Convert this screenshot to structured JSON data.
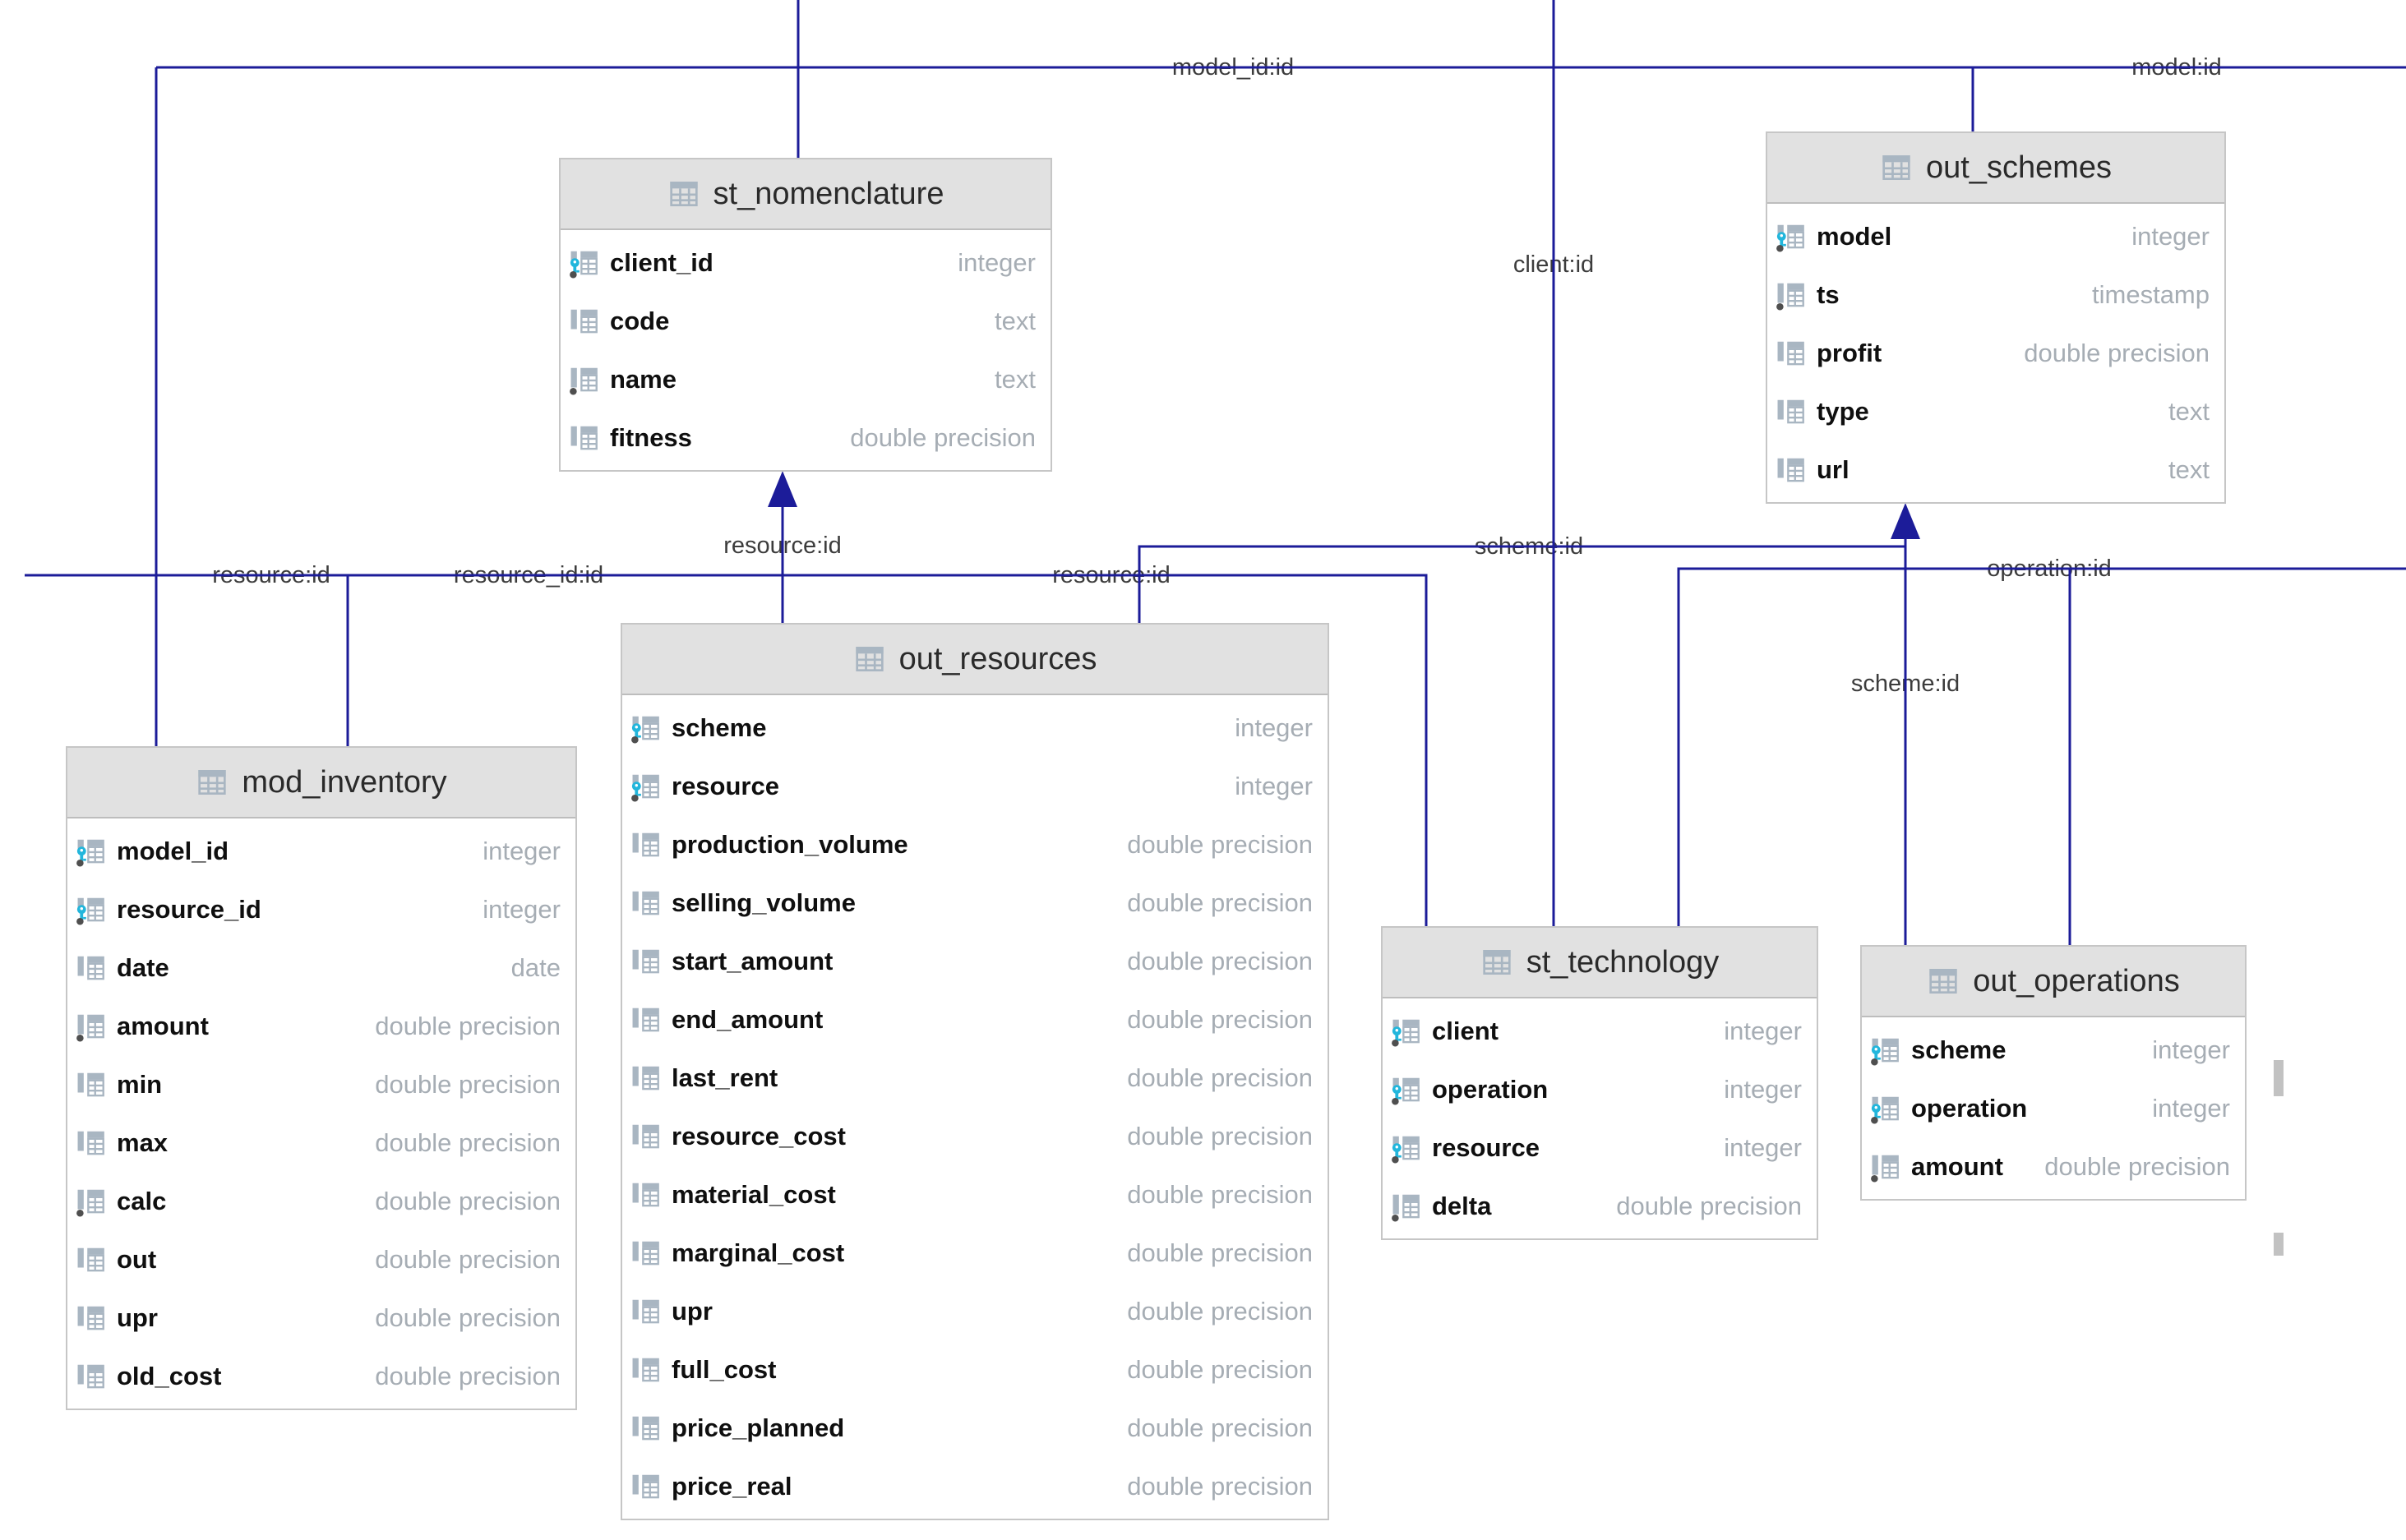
{
  "diagram": {
    "tables": [
      {
        "name": "st_nomenclature",
        "columns": [
          {
            "name": "client_id",
            "type": "integer",
            "pk": true,
            "notnull": true
          },
          {
            "name": "code",
            "type": "text",
            "pk": false,
            "notnull": false
          },
          {
            "name": "name",
            "type": "text",
            "pk": false,
            "notnull": true
          },
          {
            "name": "fitness",
            "type": "double precision",
            "pk": false,
            "notnull": false
          }
        ]
      },
      {
        "name": "out_schemes",
        "columns": [
          {
            "name": "model",
            "type": "integer",
            "pk": true,
            "notnull": true
          },
          {
            "name": "ts",
            "type": "timestamp",
            "pk": false,
            "notnull": true
          },
          {
            "name": "profit",
            "type": "double precision",
            "pk": false,
            "notnull": false
          },
          {
            "name": "type",
            "type": "text",
            "pk": false,
            "notnull": false
          },
          {
            "name": "url",
            "type": "text",
            "pk": false,
            "notnull": false
          }
        ]
      },
      {
        "name": "mod_inventory",
        "columns": [
          {
            "name": "model_id",
            "type": "integer",
            "pk": true,
            "notnull": true
          },
          {
            "name": "resource_id",
            "type": "integer",
            "pk": true,
            "notnull": true
          },
          {
            "name": "date",
            "type": "date",
            "pk": false,
            "notnull": false
          },
          {
            "name": "amount",
            "type": "double precision",
            "pk": false,
            "notnull": true
          },
          {
            "name": "min",
            "type": "double precision",
            "pk": false,
            "notnull": false
          },
          {
            "name": "max",
            "type": "double precision",
            "pk": false,
            "notnull": false
          },
          {
            "name": "calc",
            "type": "double precision",
            "pk": false,
            "notnull": true
          },
          {
            "name": "out",
            "type": "double precision",
            "pk": false,
            "notnull": false
          },
          {
            "name": "upr",
            "type": "double precision",
            "pk": false,
            "notnull": false
          },
          {
            "name": "old_cost",
            "type": "double precision",
            "pk": false,
            "notnull": false
          }
        ]
      },
      {
        "name": "out_resources",
        "columns": [
          {
            "name": "scheme",
            "type": "integer",
            "pk": true,
            "notnull": true
          },
          {
            "name": "resource",
            "type": "integer",
            "pk": true,
            "notnull": true
          },
          {
            "name": "production_volume",
            "type": "double precision",
            "pk": false,
            "notnull": false
          },
          {
            "name": "selling_volume",
            "type": "double precision",
            "pk": false,
            "notnull": false
          },
          {
            "name": "start_amount",
            "type": "double precision",
            "pk": false,
            "notnull": false
          },
          {
            "name": "end_amount",
            "type": "double precision",
            "pk": false,
            "notnull": false
          },
          {
            "name": "last_rent",
            "type": "double precision",
            "pk": false,
            "notnull": false
          },
          {
            "name": "resource_cost",
            "type": "double precision",
            "pk": false,
            "notnull": false
          },
          {
            "name": "material_cost",
            "type": "double precision",
            "pk": false,
            "notnull": false
          },
          {
            "name": "marginal_cost",
            "type": "double precision",
            "pk": false,
            "notnull": false
          },
          {
            "name": "upr",
            "type": "double precision",
            "pk": false,
            "notnull": false
          },
          {
            "name": "full_cost",
            "type": "double precision",
            "pk": false,
            "notnull": false
          },
          {
            "name": "price_planned",
            "type": "double precision",
            "pk": false,
            "notnull": false
          },
          {
            "name": "price_real",
            "type": "double precision",
            "pk": false,
            "notnull": false
          }
        ]
      },
      {
        "name": "st_technology",
        "columns": [
          {
            "name": "client",
            "type": "integer",
            "pk": true,
            "notnull": true
          },
          {
            "name": "operation",
            "type": "integer",
            "pk": true,
            "notnull": true
          },
          {
            "name": "resource",
            "type": "integer",
            "pk": true,
            "notnull": true
          },
          {
            "name": "delta",
            "type": "double precision",
            "pk": false,
            "notnull": true
          }
        ]
      },
      {
        "name": "out_operations",
        "columns": [
          {
            "name": "scheme",
            "type": "integer",
            "pk": true,
            "notnull": true
          },
          {
            "name": "operation",
            "type": "integer",
            "pk": true,
            "notnull": true
          },
          {
            "name": "amount",
            "type": "double precision",
            "pk": false,
            "notnull": true
          }
        ]
      }
    ],
    "edge_labels": [
      {
        "id": "model_id_id",
        "text": "model_id:id"
      },
      {
        "id": "model_id",
        "text": "model:id"
      },
      {
        "id": "client_id",
        "text": "client:id"
      },
      {
        "id": "resource_id_left",
        "text": "resource:id"
      },
      {
        "id": "resource_id_id",
        "text": "resource_id:id"
      },
      {
        "id": "resource_id_nom",
        "text": "resource:id"
      },
      {
        "id": "resource_id_res",
        "text": "resource:id"
      },
      {
        "id": "scheme_id_bus",
        "text": "scheme:id"
      },
      {
        "id": "scheme_id_ops",
        "text": "scheme:id"
      },
      {
        "id": "operation_id",
        "text": "operation:id"
      }
    ],
    "colors": {
      "line": "#1c1c99",
      "header_bg": "#e1e1e1",
      "card_border": "#c6c6c6",
      "column_name": "#0f0f0f",
      "column_type": "#a6adb4",
      "icon_gray": "#a9b6c2",
      "pk_key": "#22b6dc",
      "notnull_dot": "#4f4f4f",
      "edge_label": "#3c3c3c"
    }
  }
}
